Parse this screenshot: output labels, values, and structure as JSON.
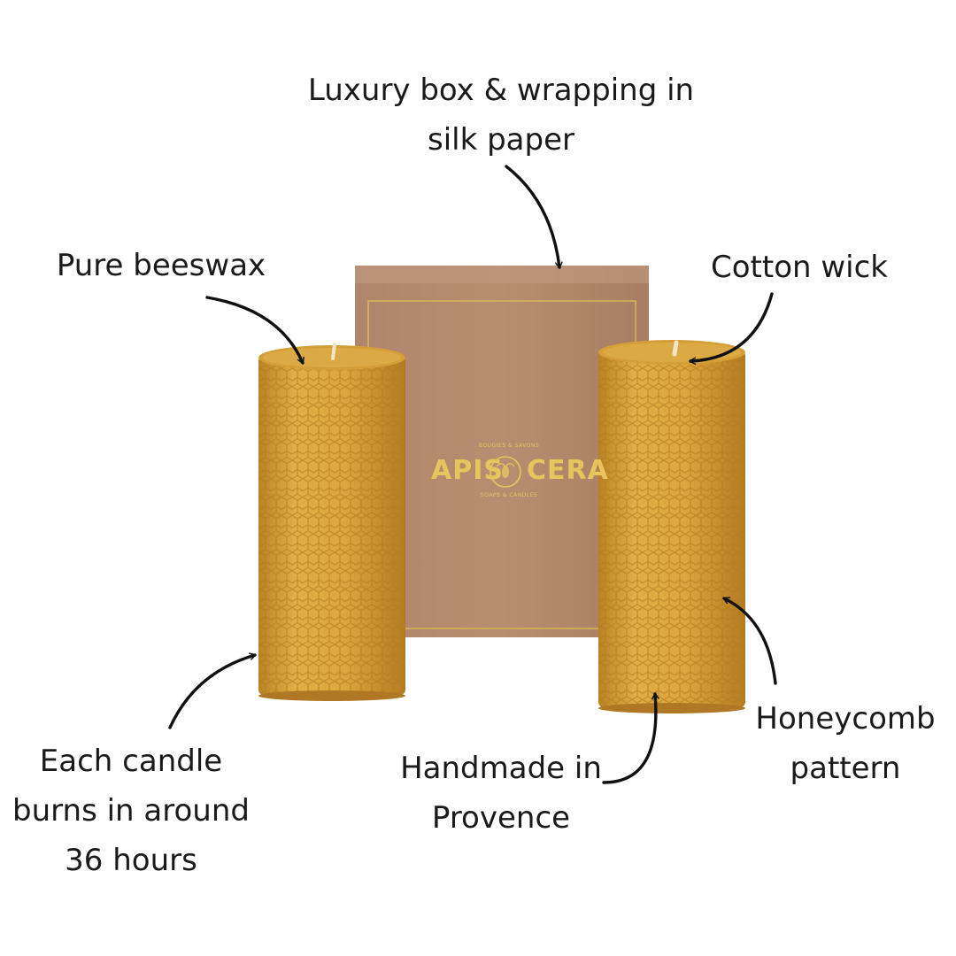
{
  "brand": {
    "name_left": "APIS",
    "name_right": "CERA",
    "tagline_top": "BOUGIES & SAVONS",
    "tagline_bottom": "SOAPS & CANDLES"
  },
  "callouts": {
    "box": [
      "Luxury box & wrapping in",
      "silk paper"
    ],
    "wax": [
      "Pure beeswax"
    ],
    "wick": [
      "Cotton wick"
    ],
    "pattern": [
      "Honeycomb",
      "pattern"
    ],
    "origin": [
      "Handmade in",
      "Provence"
    ],
    "burn": [
      "Each candle",
      "burns in around",
      "36 hours"
    ]
  },
  "colors": {
    "background": "#ffffff",
    "box": "#b3876a",
    "candle": "#d49e34",
    "gold": "#e7c55c",
    "text": "#1a1a1a"
  }
}
